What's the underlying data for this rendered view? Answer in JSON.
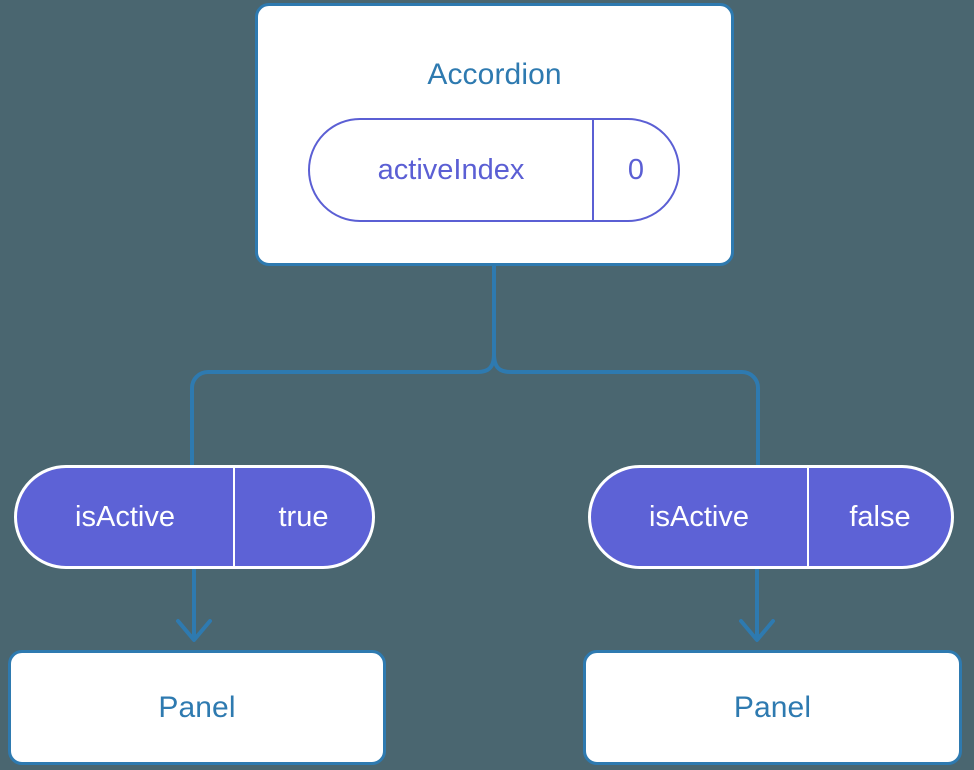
{
  "theme": {
    "background": "#4a6670",
    "card_border": "#2e7ab0",
    "card_fill": "#ffffff",
    "title_text": "#2e7ab0",
    "connector": "#2e7ab0",
    "pill_outline_stroke": "#5b5fd4",
    "pill_outline_text": "#5b5fd4",
    "pill_filled_fill": "#5d62d6",
    "pill_filled_text": "#ffffff",
    "pill_filled_border": "#ffffff"
  },
  "diagram": {
    "type": "component-tree",
    "root": {
      "title": "Accordion",
      "state_pill": {
        "key": "activeIndex",
        "value": "0"
      }
    },
    "branches": [
      {
        "prop_pill": {
          "key": "isActive",
          "value": "true"
        },
        "child": {
          "title": "Panel"
        }
      },
      {
        "prop_pill": {
          "key": "isActive",
          "value": "false"
        },
        "child": {
          "title": "Panel"
        }
      }
    ]
  }
}
